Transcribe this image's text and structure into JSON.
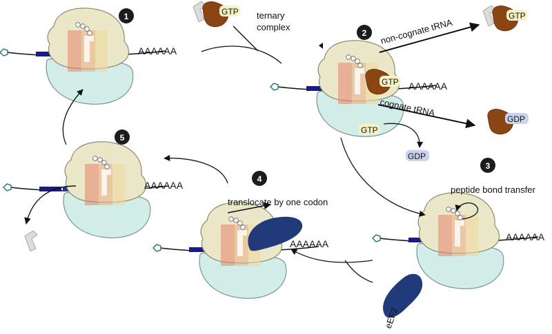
{
  "steps": [
    "1",
    "2",
    "3",
    "4",
    "5"
  ],
  "labels": {
    "ternary_line1": "ternary",
    "ternary_line2": "complex",
    "non_cognate": "non-cognate tRNA",
    "cognate": "cognate tRNA",
    "peptide_transfer": "peptide bond transfer",
    "translocate": "translocate by one codon",
    "eef2": "eEF2",
    "polya": "AAAAAA",
    "gtp": "GTP",
    "gdp": "GDP"
  },
  "colors": {
    "ribosome_large": "#eae8c8",
    "ribosome_small": "#d3ede8",
    "ef1a": "#8b4513",
    "eef2": "#213a7a",
    "mrna_dark": "#1a1a8a",
    "mrna_light": "#a59be0",
    "gtp_bg": "#f6f2c4",
    "gdp_bg": "#c9d3ee",
    "step_badge": "#1c1c1c"
  },
  "icons": {
    "ribosome": "ribosome-icon",
    "trna": "trna-icon",
    "ef1a": "ef1a-gtpase-icon",
    "eef2": "eef2-protein-icon",
    "cap": "five-prime-cap-icon"
  }
}
